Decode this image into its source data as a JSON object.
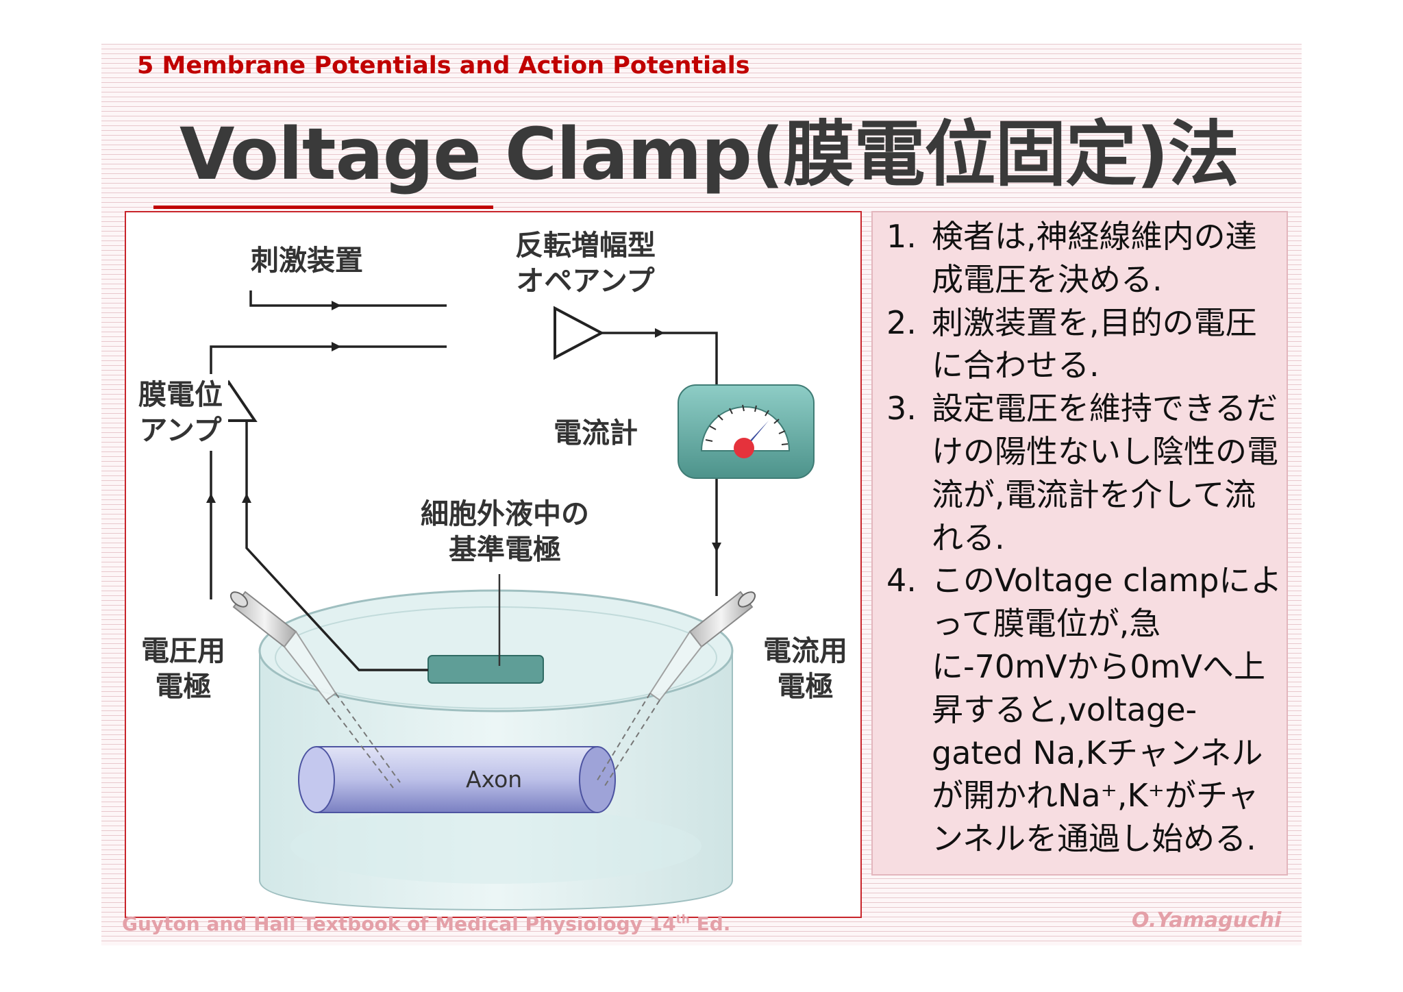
{
  "header": {
    "chapter": "5 Membrane Potentials and Action Potentials",
    "title": "Voltage Clamp(膜電位固定)法"
  },
  "figure": {
    "stimulator": "刺激装置",
    "opamp": [
      "反転増幅型",
      "オペアンプ"
    ],
    "membrane_amp": [
      "膜電位",
      "アンプ"
    ],
    "ammeter": "電流計",
    "reference_electrode": [
      "細胞外液中の",
      "基準電極"
    ],
    "voltage_electrode": [
      "電圧用",
      "電極"
    ],
    "current_electrode": [
      "電流用",
      "電極"
    ],
    "axon": "Axon"
  },
  "steps": [
    {
      "num": "1.",
      "text": "検者は,神経線維内の達成電圧を決める."
    },
    {
      "num": "2.",
      "text": "刺激装置を,目的の電圧に合わせる."
    },
    {
      "num": "3.",
      "text": "設定電圧を維持できるだけの陽性ないし陰性の電流が,電流計を介して流れる."
    },
    {
      "num": "4.",
      "text": "このVoltage clampによって膜電位が,急に-70mVから0mVへ上昇すると,voltage-gated Na,Kチャンネルが開かれNa⁺,K⁺がチャンネルを通過し始める."
    }
  ],
  "citation": {
    "text": "Guyton and Hall Textbook of Medical Physiology 14",
    "sup": "th",
    "suffix": " Ed."
  },
  "author": "O.Yamaguchi",
  "colors": {
    "accent": "#c00000",
    "panel": "#f7dde1",
    "teal": "#5f9e97"
  }
}
